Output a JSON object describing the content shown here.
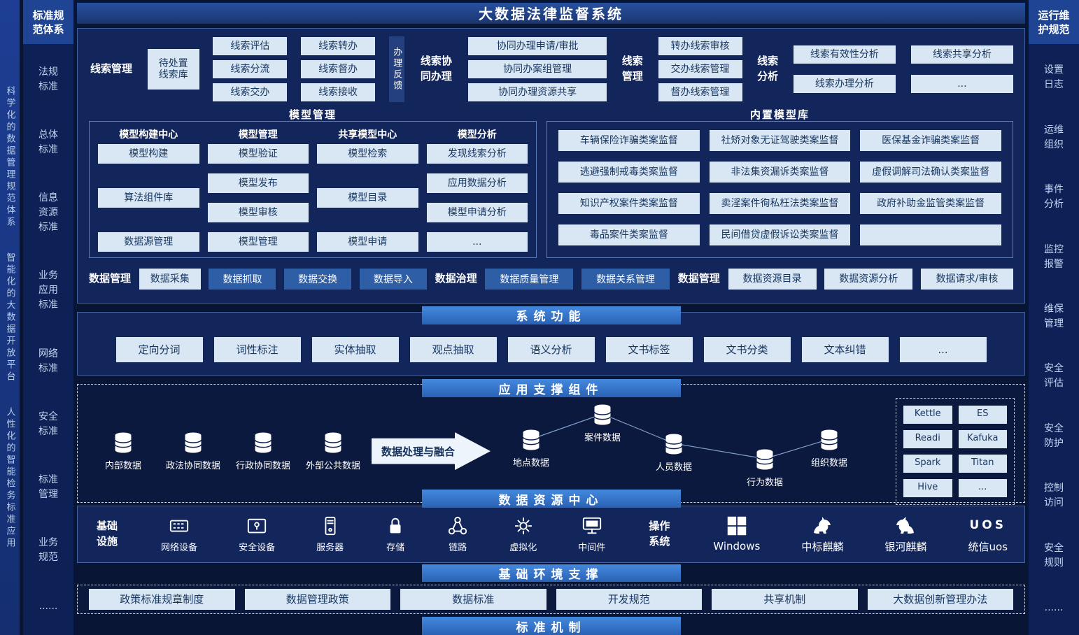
{
  "page": {
    "title": "大数据法律监督系统"
  },
  "left_strip": {
    "phrases": [
      "科学化的数据管理规范体系",
      "智能化的大数据开放平台",
      "人性化的智能检务标准应用"
    ]
  },
  "left_sidebar": {
    "title": "标准规范体系",
    "items": [
      "法规标准",
      "总体标准",
      "信息资源标准",
      "业务应用标准",
      "网络标准",
      "安全标准",
      "标准管理",
      "业务规范",
      "......"
    ]
  },
  "right_sidebar": {
    "title": "运行维护规范",
    "items": [
      "设置日志",
      "运维组织",
      "事件分析",
      "监控报警",
      "维保管理",
      "安全评估",
      "安全防护",
      "控制访问",
      "安全规则",
      "......"
    ]
  },
  "clue": {
    "label_manage": "线索管理",
    "pending_pool": "待处置线索库",
    "col1": [
      "线索评估",
      "线索分流",
      "线索交办"
    ],
    "col2": [
      "线索转办",
      "线索督办",
      "线索接收"
    ],
    "feedback": "办理反馈",
    "label_collab": "线索协同办理",
    "collab": [
      "协同办理申请/审批",
      "协同办案组管理",
      "协同办理资源共享"
    ],
    "label_manage2": "线索管理",
    "manage2": [
      "转办线索审核",
      "交办线索管理",
      "督办线索管理"
    ],
    "label_analysis": "线索分析",
    "analysis": [
      "线索有效性分析",
      "线索共享分析",
      "线索办理分析",
      "..."
    ]
  },
  "model": {
    "title": "模型管理",
    "groups": [
      {
        "name": "模型构建中心",
        "items": [
          "模型构建",
          "算法组件库",
          "数据源管理"
        ]
      },
      {
        "name": "模型管理",
        "items": [
          "模型验证",
          "模型发布",
          "模型审核",
          "模型管理"
        ]
      },
      {
        "name": "共享模型中心",
        "items": [
          "模型检索",
          "模型目录",
          "模型申请"
        ]
      },
      {
        "name": "模型分析",
        "items": [
          "发现线索分析",
          "应用数据分析",
          "模型申请分析",
          "..."
        ]
      }
    ]
  },
  "library": {
    "title": "内置模型库",
    "cells": [
      "车辆保险诈骗类案监督",
      "社矫对象无证驾驶类案监督",
      "医保基金诈骗类案监督",
      "逃避强制戒毒类案监督",
      "非法集资漏诉类案监督",
      "虚假调解司法确认类案监督",
      "知识产权案件类案监督",
      "卖淫案件徇私枉法类案监督",
      "政府补助金监管类案监督",
      "毒品案件类案监督",
      "民间借贷虚假诉讼类案监督",
      ""
    ]
  },
  "data_row": {
    "label1": "数据管理",
    "collect": "数据采集",
    "blue1": [
      "数据抓取",
      "数据交换",
      "数据导入"
    ],
    "label2": "数据治理",
    "blue2": [
      "数据质量管理",
      "数据关系管理"
    ],
    "label3": "数据管理",
    "light2": [
      "数据资源目录",
      "数据资源分析",
      "数据请求/审核"
    ]
  },
  "sysfunc": {
    "title": "系统功能",
    "items": [
      "定向分词",
      "词性标注",
      "实体抽取",
      "观点抽取",
      "语义分析",
      "文书标签",
      "文书分类",
      "文本纠错",
      "..."
    ]
  },
  "appsupport": {
    "title": "应用支撑组件",
    "sources": [
      "内部数据",
      "政法协同数据",
      "行政协同数据",
      "外部公共数据"
    ],
    "arrow": "数据处理与融合",
    "targets": [
      "地点数据",
      "案件数据",
      "人员数据",
      "行为数据",
      "组织数据"
    ],
    "tech": [
      "Kettle",
      "ES",
      "Readi",
      "Kafuka",
      "Spark",
      "Titan",
      "Hive",
      "..."
    ]
  },
  "drc": {
    "title": "数据资源中心"
  },
  "infra": {
    "label1": "基础设施",
    "devices": [
      "网络设备",
      "安全设备",
      "服务器",
      "存储",
      "链路",
      "虚拟化",
      "中间件"
    ],
    "label2": "操作系统",
    "os": [
      "Windows",
      "中标麒麟",
      "银河麒麟",
      "统信uos"
    ],
    "uos_logo": "UOS"
  },
  "env": {
    "title": "基础环境支撑"
  },
  "policy": {
    "items": [
      "政策标准规章制度",
      "数据管理政策",
      "数据标准",
      "开发规范",
      "共享机制",
      "大数据创新管理办法"
    ]
  },
  "mech": {
    "title": "标准机制"
  }
}
